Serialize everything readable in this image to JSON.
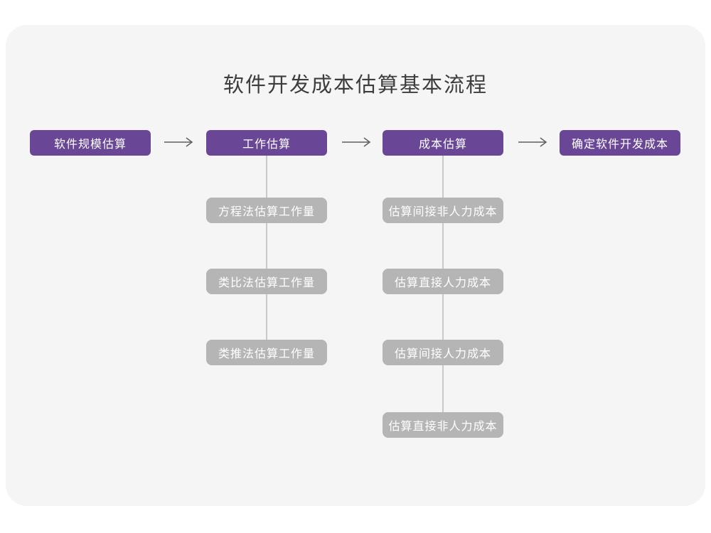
{
  "title": "软件开发成本估算基本流程",
  "flow": {
    "steps": [
      {
        "id": "scale-estimation",
        "label": "软件规模估算"
      },
      {
        "id": "work-estimation",
        "label": "工作估算"
      },
      {
        "id": "cost-estimation",
        "label": "成本估算"
      },
      {
        "id": "final-cost",
        "label": "确定软件开发成本"
      }
    ],
    "work_substeps": [
      "方程法估算工作量",
      "类比法估算工作量",
      "类推法估算工作量"
    ],
    "cost_substeps": [
      "估算间接非人力成本",
      "估算直接人力成本",
      "估算间接人力成本",
      "估算直接非人力成本"
    ]
  },
  "colors": {
    "step_fill": "#6A4796",
    "substep_fill": "#B5B5B5",
    "canvas_fill": "#F5F5F6",
    "connector": "#C9C9C9",
    "arrow": "#5F5F5F",
    "title_text": "#3D3D3D",
    "node_text": "#FFFFFF"
  }
}
